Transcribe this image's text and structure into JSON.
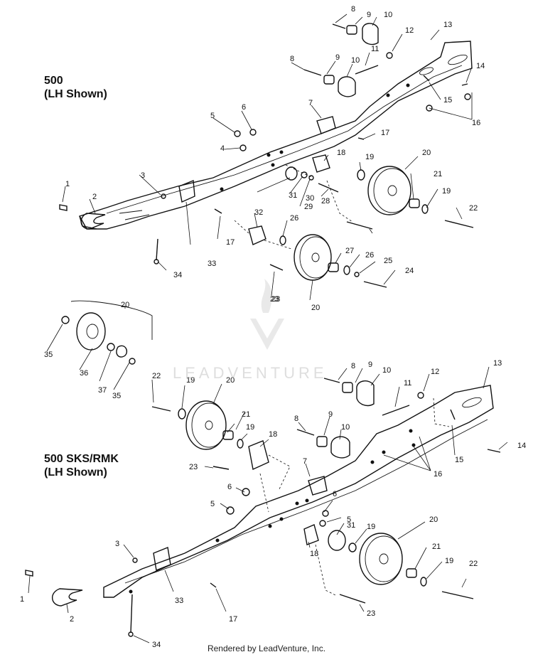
{
  "headings": {
    "upper_model": "500",
    "upper_note": "(LH Shown)",
    "lower_model": "500 SKS/RMK",
    "lower_note": "(LH Shown)"
  },
  "watermark": "LEADVENTURE",
  "footer": "Rendered by LeadVenture, Inc.",
  "callouts_upper": [
    "8",
    "9",
    "10",
    "13",
    "12",
    "11",
    "8",
    "9",
    "10",
    "14",
    "15",
    "16",
    "7",
    "17",
    "5",
    "6",
    "4",
    "18",
    "19",
    "20",
    "3",
    "31",
    "30",
    "29",
    "21",
    "19",
    "22",
    "1",
    "2",
    "28",
    "32",
    "26",
    "17",
    "23",
    "27",
    "26",
    "25",
    "24",
    "33",
    "34",
    "23",
    "20"
  ],
  "callouts_lower": [
    "20",
    "35",
    "36",
    "37",
    "35",
    "22",
    "19",
    "20",
    "8",
    "9",
    "10",
    "13",
    "12",
    "11",
    "21",
    "19",
    "18",
    "8",
    "9",
    "10",
    "14",
    "15",
    "16",
    "23",
    "7",
    "6",
    "5",
    "6",
    "5",
    "31",
    "19",
    "20",
    "3",
    "18",
    "21",
    "19",
    "22",
    "33",
    "1",
    "2",
    "17",
    "23",
    "34"
  ]
}
